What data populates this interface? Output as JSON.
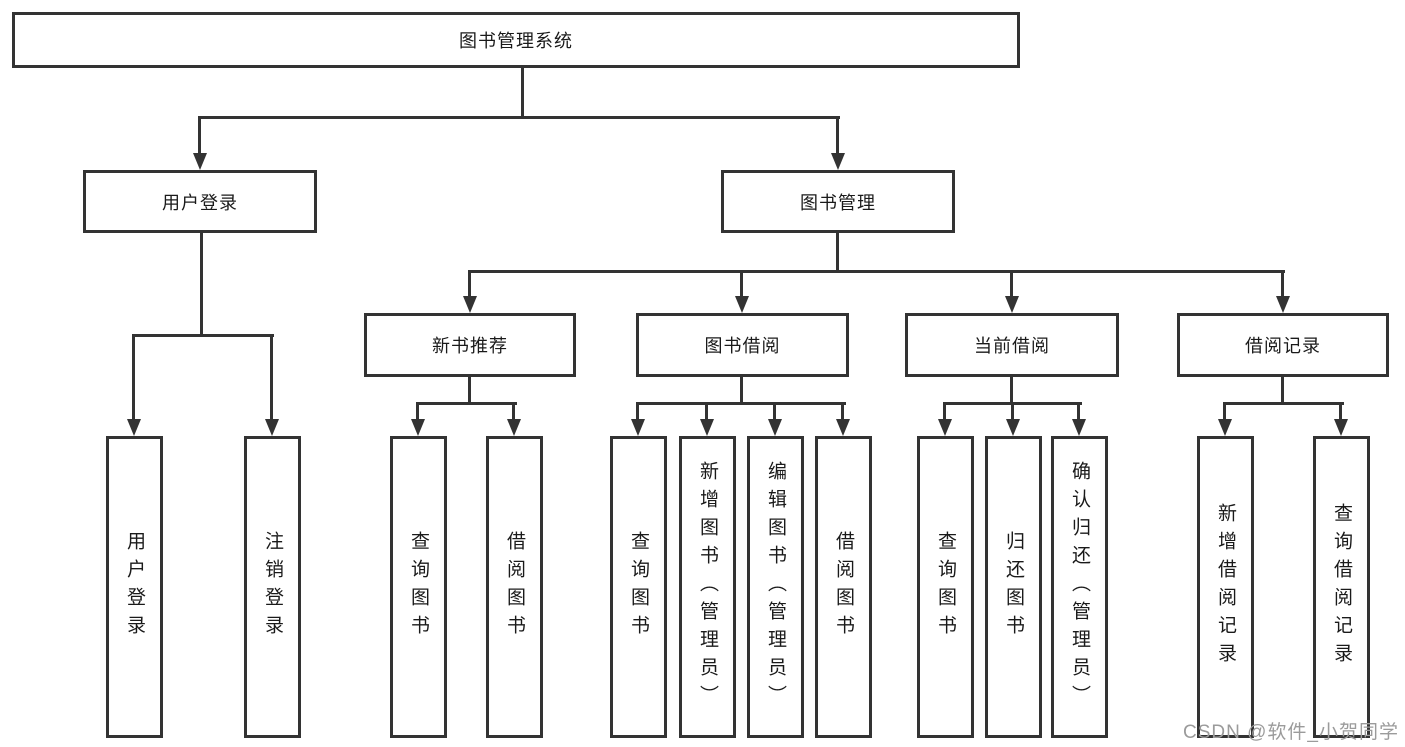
{
  "diagram": {
    "root": {
      "label": "图书管理系统"
    },
    "level2": [
      {
        "label": "用户登录"
      },
      {
        "label": "图书管理"
      }
    ],
    "level3": [
      {
        "label": "新书推荐"
      },
      {
        "label": "图书借阅"
      },
      {
        "label": "当前借阅"
      },
      {
        "label": "借阅记录"
      }
    ],
    "leaves": {
      "user_login": [
        {
          "label": "用户登录"
        },
        {
          "label": "注销登录"
        }
      ],
      "new_book_rec": [
        {
          "label": "查询图书"
        },
        {
          "label": "借阅图书"
        }
      ],
      "book_borrow": [
        {
          "label": "查询图书"
        },
        {
          "label": "新增图书（管理员）"
        },
        {
          "label": "编辑图书（管理员）"
        },
        {
          "label": "借阅图书"
        }
      ],
      "current_borrow": [
        {
          "label": "查询图书"
        },
        {
          "label": "归还图书"
        },
        {
          "label": "确认归还（管理员）"
        }
      ],
      "borrow_record": [
        {
          "label": "新增借阅记录"
        },
        {
          "label": "查询借阅记录"
        }
      ]
    }
  },
  "watermark": {
    "text": "CSDN @软件_小贺同学"
  },
  "colors": {
    "line": "#333333",
    "text": "#1a1a1a",
    "watermark": "#9b9b9b",
    "background": "#ffffff"
  }
}
